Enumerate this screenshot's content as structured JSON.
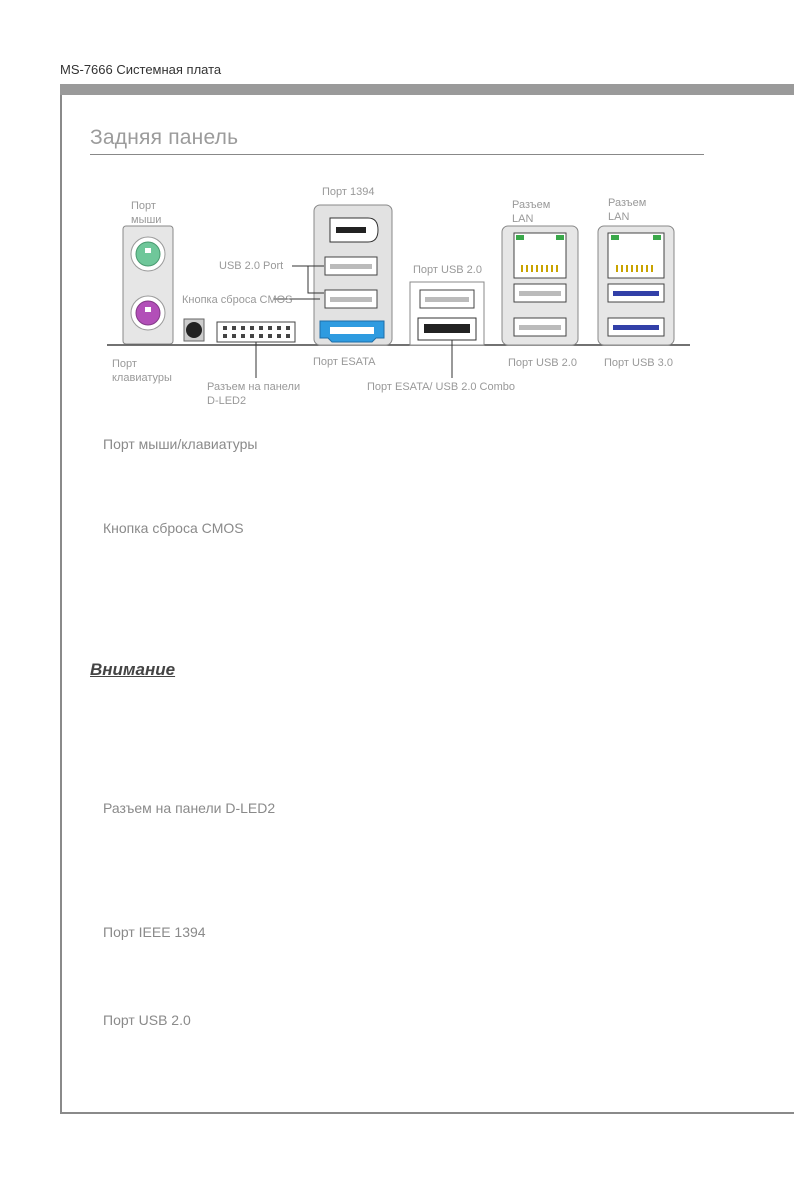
{
  "header": {
    "title": "MS-7666 Системная плата"
  },
  "section": {
    "title": "Задняя панель"
  },
  "diagram": {
    "labels": {
      "mouse": "Порт\nмыши",
      "port1394": "Порт 1394",
      "lan1": "Разъем\nLAN",
      "lan2": "Разъем\nLAN",
      "usb20_port": "USB 2.0 Port",
      "usb20_mid": "Порт USB 2.0",
      "cmos": "Кнопка сброса CMOS",
      "keyboard": "Порт\nклавиатуры",
      "dled2": "Разъем на панели\nD-LED2",
      "esata": "Порт ESATA",
      "esata_combo": "Порт ESATA/ USB 2.0 Combo",
      "usb20_right": "Порт USB 2.0",
      "usb30": "Порт USB 3.0"
    }
  },
  "headings": {
    "mouse_kb": "Порт мыши/клавиатуры",
    "cmos": "Кнопка сброса CMOS",
    "warning": "Внимание",
    "dled2": "Разъем на панели D-LED2",
    "ieee1394": "Порт IEEE 1394",
    "usb20": "Порт USB 2.0"
  },
  "colors": {
    "ps2_mouse": "#6fc79a",
    "ps2_keyboard": "#b24fb8",
    "esata_blue": "#2e9be0",
    "usb3_blue": "#3240a8",
    "lan_led": "#3aa84a"
  }
}
